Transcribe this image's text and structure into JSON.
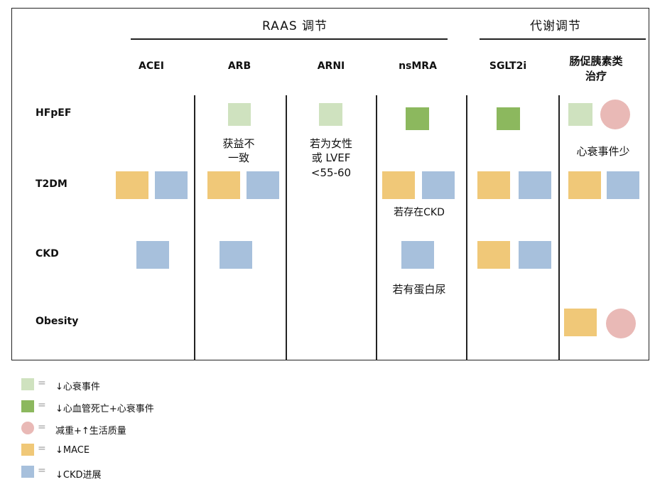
{
  "groups": {
    "raas": "RAAS 调节",
    "metabolic": "代谢调节"
  },
  "columns": [
    "ACEI",
    "ARB",
    "ARNI",
    "nsMRA",
    "SGLT2i",
    "肠促胰素类",
    "治疗"
  ],
  "rows": [
    "HFpEF",
    "T2DM",
    "CKD",
    "Obesity"
  ],
  "notes": {
    "arb_hfpef_1": "获益不",
    "arb_hfpef_2": "一致",
    "arni_1": "若为女性",
    "arni_2": "或 LVEF",
    "arni_3": "<55-60",
    "nsmra_t2dm": "若存在CKD",
    "nsmra_ckd": "若有蛋白尿",
    "incretin_hfpef": "心衰事件少"
  },
  "legend": {
    "eq": "=",
    "items": [
      {
        "text": "↓心衰事件",
        "color": "#cfe2bf"
      },
      {
        "text": "↓心血管死亡+心衰事件",
        "color": "#8cb85e"
      },
      {
        "text": "减重+↑生活质量",
        "color": "#e9b9b6"
      },
      {
        "text": "↓MACE",
        "color": "#f0c878"
      },
      {
        "text": "↓CKD进展",
        "color": "#a7c0dc"
      }
    ]
  },
  "colors": {
    "light_green": "#cfe2bf",
    "dark_green": "#8cb85e",
    "pink": "#e9b9b6",
    "orange": "#f0c878",
    "blue": "#a7c0dc"
  }
}
